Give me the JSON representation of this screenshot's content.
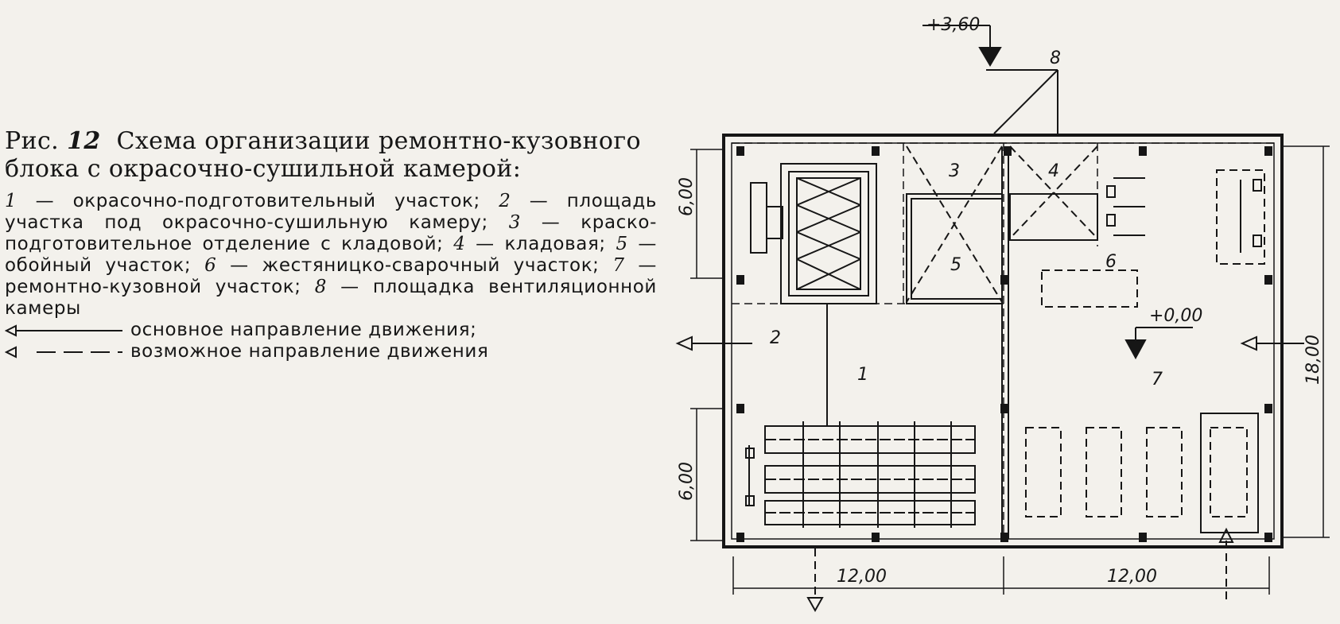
{
  "caption": {
    "fig_label": "Рис.",
    "fig_number": "12",
    "title": "Схема организации ремонтно-кузовного блока с окрасочно-сушильной камерой:"
  },
  "legend": [
    {
      "num": "1",
      "text": "окрасочно-подготовительный участок;"
    },
    {
      "num": "2",
      "text": "площадь участка под окрасочно-сушильную камеру;"
    },
    {
      "num": "3",
      "text": "краско-подготовительное отделение с кладовой;"
    },
    {
      "num": "4",
      "text": "кладовая;"
    },
    {
      "num": "5",
      "text": "обойный участок;"
    },
    {
      "num": "6",
      "text": "жестяницко-сварочный участок;"
    },
    {
      "num": "7",
      "text": "ремонтно-кузовной участок;"
    },
    {
      "num": "8",
      "text": "площадка вентиляционной камеры"
    }
  ],
  "directions": {
    "main": "основное направление движения;",
    "possible": "возможное направление движения"
  },
  "plan": {
    "elevation_top": "+3,60",
    "elevation_floor": "+0,00",
    "zone_labels": [
      "1",
      "2",
      "3",
      "4",
      "5",
      "6",
      "7",
      "8"
    ],
    "dim_left_top": "6,00",
    "dim_left_bottom": "6,00",
    "dim_right": "18,00",
    "dim_bottom_left": "12,00",
    "dim_bottom_right": "12,00"
  }
}
